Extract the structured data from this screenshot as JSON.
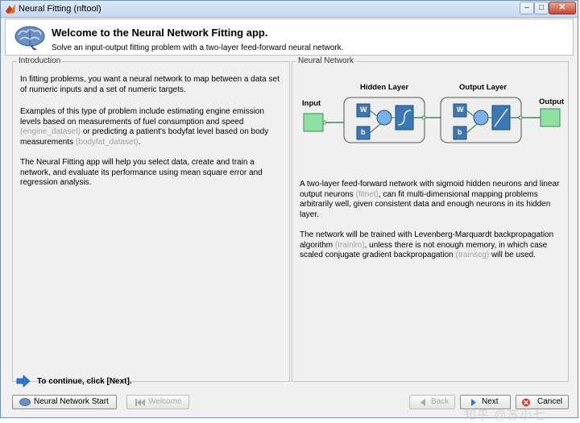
{
  "window": {
    "title": "Neural Fitting (nftool)"
  },
  "header": {
    "title": "Welcome to the Neural Network Fitting app.",
    "subtitle": "Solve an input-output fitting problem with a two-layer feed-forward neural network."
  },
  "intro": {
    "title": "Introduction",
    "p1": "In fitting problems, you want a neural network to map between a data set of numeric inputs and a set of numeric targets.",
    "p2_a": "Examples of this type of problem include estimating engine emission levels based on measurements of fuel consumption and speed",
    "p2_link1": "(engine_dataset)",
    "p2_b": "or predicting a patient's bodyfat level based on body measurements",
    "p2_link2": "(bodyfat_dataset)",
    "p2_c": ".",
    "p3": "The Neural Fitting app will help you select data, create and train a network, and evaluate its performance using mean square error and regression analysis."
  },
  "network": {
    "title": "Neural Network",
    "diagram": {
      "input_label": "Input",
      "hidden_label": "Hidden Layer",
      "output_layer_label": "Output Layer",
      "output_label": "Output",
      "w": "W",
      "b": "b"
    },
    "p1_a": "A two-layer feed-forward network with sigmoid hidden neurons and linear output neurons",
    "p1_link": "(fitnet)",
    "p1_b": ", can fit multi-dimensional mapping problems arbitrarily well, given consistent data and enough neurons in its hidden layer.",
    "p2_a": "The network will be trained with Levenberg-Marquardt backpropagation algorithm",
    "p2_link1": "(trainlm)",
    "p2_b": ", unless there is not enough memory, in which case scaled conjugate gradient backpropagation",
    "p2_link2": "(trainscg)",
    "p2_c": "will be used."
  },
  "footer": {
    "continue_text": "To continue, click [Next].",
    "buttons": {
      "nn_start": "Neural Network Start",
      "welcome": "Welcome",
      "back": "Back",
      "next": "Next",
      "cancel": "Cancel"
    },
    "watermark": "知乎 @苏小七"
  },
  "colors": {
    "panel_border": "#c5c5c5",
    "layer_fill": "#3b77b3",
    "node_fill": "#7ab2e8",
    "io_fill": "#8ee0a3",
    "link_gray": "#a0a0a0"
  }
}
